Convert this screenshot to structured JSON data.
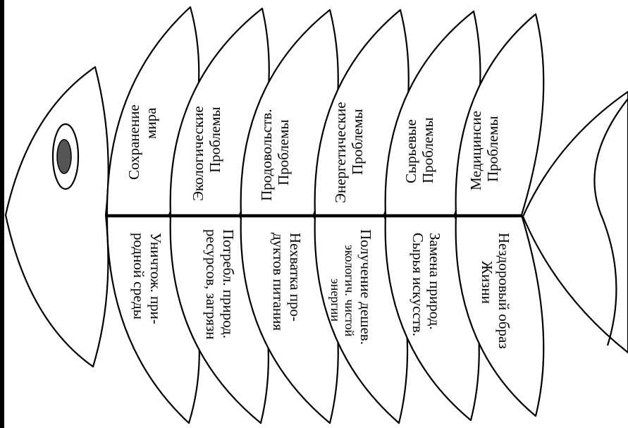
{
  "diagram": {
    "colors": {
      "line": "#000000",
      "background": "#ffffff",
      "eye": "#555555"
    },
    "bones": [
      {
        "top": [
          "Сохранение",
          "мира"
        ],
        "bottom": [
          "Уничтож. при-",
          "родной среды"
        ]
      },
      {
        "top": [
          "Экологические",
          "Проблемы"
        ],
        "bottom": [
          "Потребл. природ.",
          "ресурсов, загрязн"
        ]
      },
      {
        "top": [
          "Продовольств.",
          "Проблемы"
        ],
        "bottom": [
          "Нехватка про-",
          "дуктов питания"
        ]
      },
      {
        "top": [
          "Энергетические",
          "Проблемы"
        ],
        "bottom": [
          "Получение дешев.",
          "экологич. чистой",
          "энергии"
        ]
      },
      {
        "top": [
          "Сырьевые",
          "Проблемы"
        ],
        "bottom": [
          "Замена природ.",
          "Сырья искусств."
        ]
      },
      {
        "top": [
          "Медицинсие",
          "Проблемы"
        ],
        "bottom": [
          "Нездоровый образ",
          "Жизни"
        ]
      }
    ]
  }
}
